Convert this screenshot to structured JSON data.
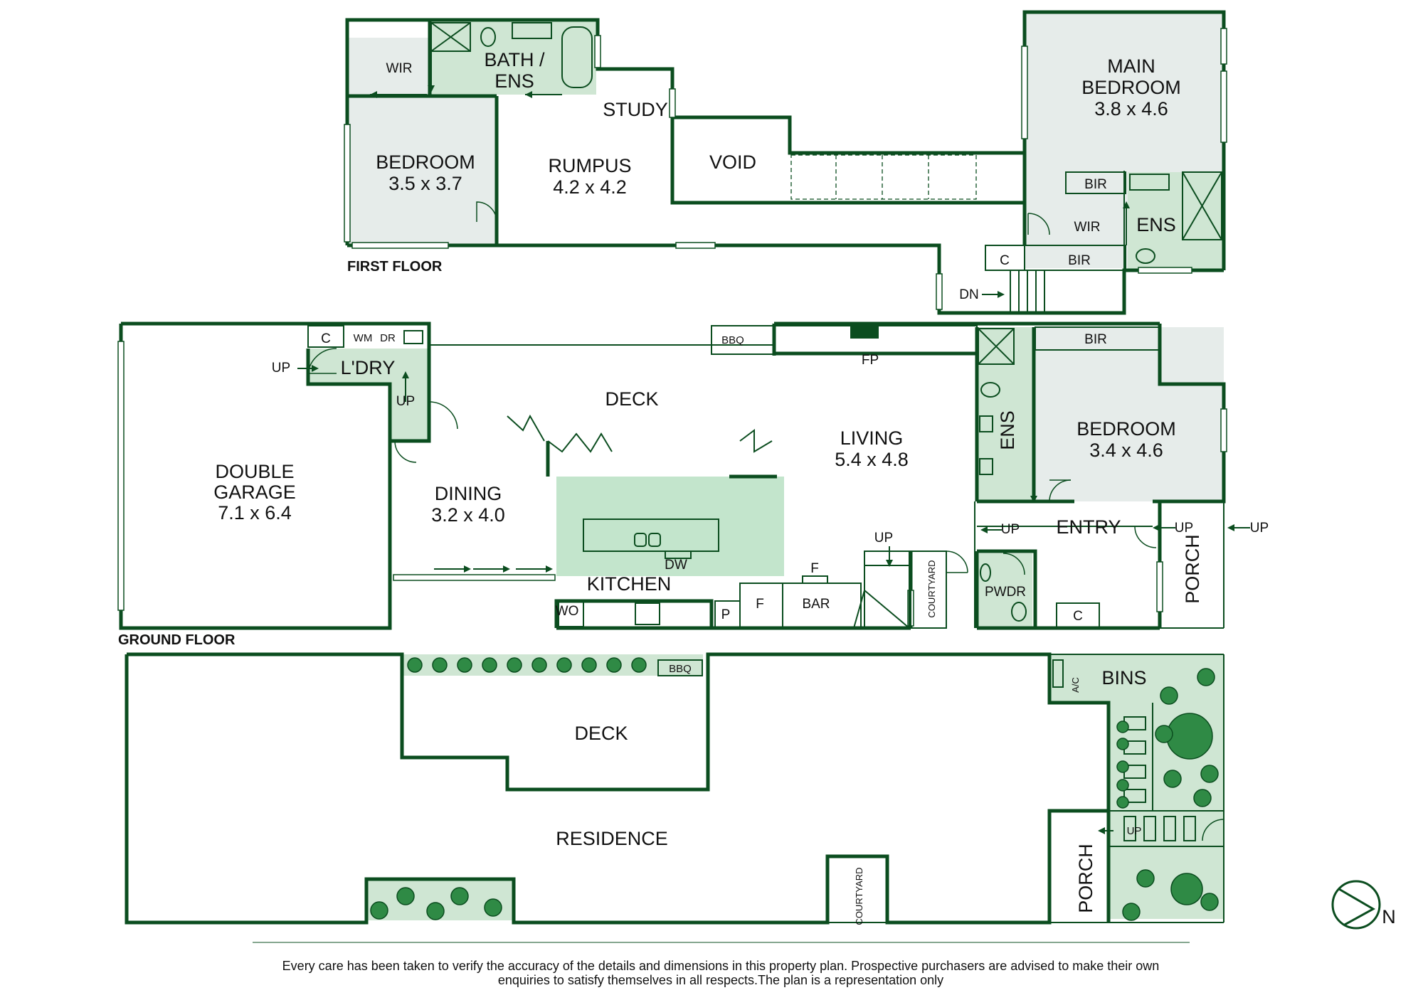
{
  "floors": {
    "first": "FIRST FLOOR",
    "ground": "GROUND FLOOR"
  },
  "first_floor": {
    "wir_left": "WIR",
    "bath_ens": [
      "BATH /",
      "ENS"
    ],
    "study": "STUDY",
    "bedroom": [
      "BEDROOM",
      "3.5 x 3.7"
    ],
    "rumpus": [
      "RUMPUS",
      "4.2 x 4.2"
    ],
    "void": "VOID",
    "main_bedroom": [
      "MAIN",
      "BEDROOM",
      "3.8 x 4.6"
    ],
    "bir_upper": "BIR",
    "wir_right": "WIR",
    "ens": "ENS",
    "c": "C",
    "bir_lower": "BIR",
    "dn": "DN"
  },
  "ground_floor": {
    "c_laundry": "C",
    "wm": "WM",
    "dr": "DR",
    "up_left": "UP",
    "laundry": "L'DRY",
    "up_laundry": "UP",
    "garage": [
      "DOUBLE",
      "GARAGE",
      "7.1 x 6.4"
    ],
    "bbq": "BBQ",
    "fp": "FP",
    "deck": "DECK",
    "living": [
      "LIVING",
      "5.4 x 4.8"
    ],
    "dining": [
      "DINING",
      "3.2 x 4.0"
    ],
    "dw": "DW",
    "kitchen": "KITCHEN",
    "wo": "WO",
    "p": "P",
    "f1": "F",
    "f2": "F",
    "bar": "BAR",
    "up_stairs": "UP",
    "courtyard": "COURTYARD",
    "bir": "BIR",
    "ens": "ENS",
    "bedroom": [
      "BEDROOM",
      "3.4 x 4.6"
    ],
    "up_entry": "UP",
    "entry": "ENTRY",
    "up_porch1": "UP",
    "up_porch2": "UP",
    "porch": "PORCH",
    "pwdr": "PWDR",
    "c_entry": "C"
  },
  "site": {
    "bbq": "BBQ",
    "deck": "DECK",
    "ac": "A/C",
    "bins": "BINS",
    "residence": "RESIDENCE",
    "up": "UP",
    "porch": "PORCH",
    "courtyard": "COURTYARD"
  },
  "north": "N",
  "disclaimer": [
    "Every care has been taken to verify the accuracy of the details and dimensions in this property plan. Prospective purchasers are advised to make their own",
    "enquiries to satisfy themselves in all respects.The plan is a representation only"
  ],
  "colors": {
    "wall": "#0b4d1f",
    "wet_area": "#cfe6d3",
    "kitchen": "#c3e5cc",
    "grey_room": "#e6ecea",
    "tree": "#2f8a45"
  }
}
